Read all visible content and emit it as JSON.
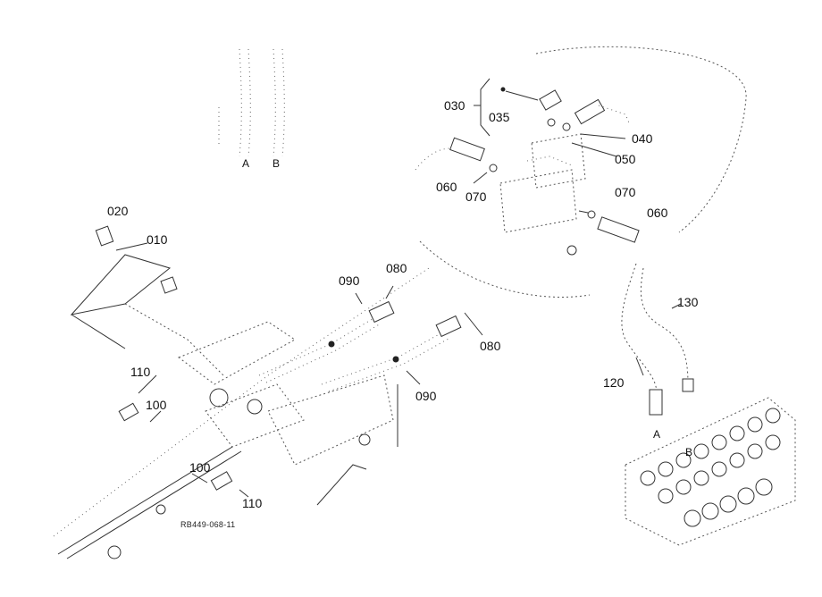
{
  "labels": {
    "l010": "010",
    "l020": "020",
    "l030": "030",
    "l035": "035",
    "l040": "040",
    "l050": "050",
    "l060a": "060",
    "l060b": "060",
    "l070a": "070",
    "l070b": "070",
    "l080a": "080",
    "l080b": "080",
    "l090a": "090",
    "l090b": "090",
    "l100a": "100",
    "l100b": "100",
    "l110a": "110",
    "l110b": "110",
    "l120": "120",
    "l130": "130",
    "port_a_top": "A",
    "port_b_top": "B",
    "port_a_valve": "A",
    "port_b_valve": "B"
  },
  "drawing_code": "RB449-068-11"
}
